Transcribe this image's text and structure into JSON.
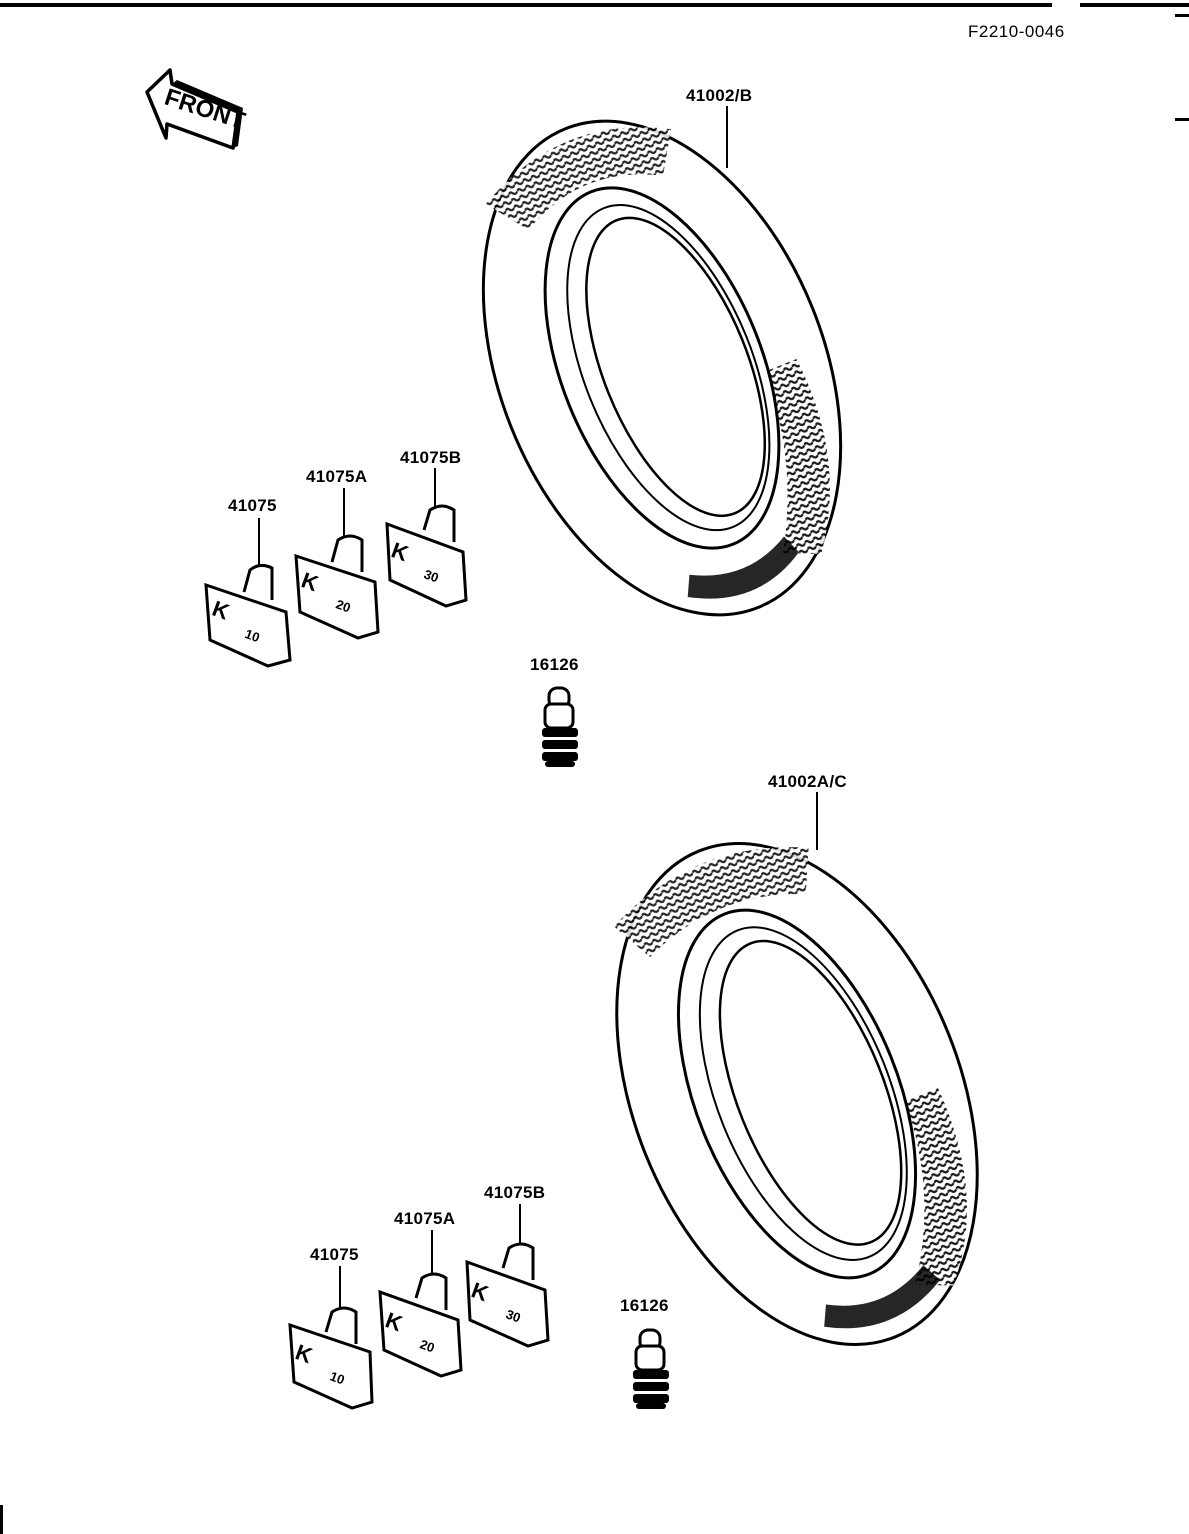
{
  "document": {
    "code": "F2210-0046",
    "direction_label": "FRONT"
  },
  "callouts": {
    "tire_rear": "41002/B",
    "tire_front": "41002A/C",
    "weight_1": "41075",
    "weight_2": "41075A",
    "weight_3": "41075B",
    "valve": "16126"
  },
  "weight_marks": {
    "logo": "K",
    "w10": "10",
    "w20": "20",
    "w30": "30"
  },
  "colors": {
    "ink": "#000000",
    "paper": "#ffffff"
  }
}
